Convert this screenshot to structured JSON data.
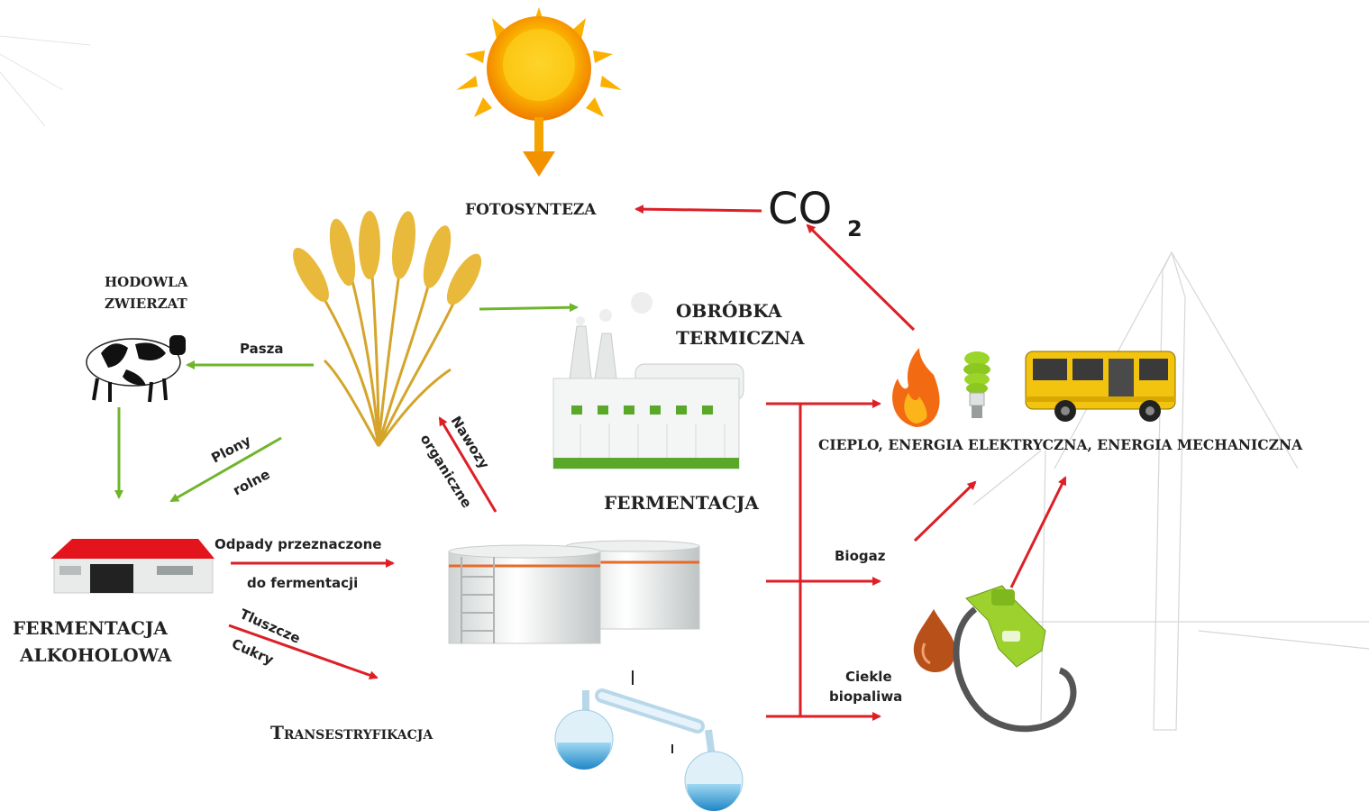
{
  "labels": {
    "fotosynteza": "FOTOSYNTEZA",
    "co2_main": "CO",
    "co2_sub": "2",
    "hodowla_1": "HODOWLA",
    "hodowla_2": "ZWIERZAT",
    "pasza": "Pasza",
    "plony_1": "Plony",
    "plony_2": "rolne",
    "nawozy_1": "Nawozy",
    "nawozy_2": "organiczne",
    "obrobka_1": "OBRÓBKA",
    "obrobka_2": "TERMICZNA",
    "fermentacja": "FERMENTACJA",
    "ferm_alk_1": "FERMENTACJA",
    "ferm_alk_2": "ALKOHOLOWA",
    "odpady_1": "Odpady przeznaczone",
    "odpady_2": "do fermentacji",
    "tluszcze": "Tluszcze",
    "cukry": "Cukry",
    "transestryfikacja": "Transestryfikacja",
    "cieplo": "CIEPLO, ENERGIA ELEKTRYCZNA, ENERGIA MECHANICZNA",
    "biogaz": "Biogaz",
    "ciekle_1": "Ciekle",
    "ciekle_2": "biopaliwa"
  },
  "colors": {
    "red_arrow": "#dd1f26",
    "green_arrow": "#6fb52c",
    "sun": "#f7a600",
    "bus": "#f2c40f",
    "factory_green": "#5aa82a",
    "barn_roof": "#e3141b"
  },
  "icons": [
    "sun-icon",
    "wheat-icon",
    "cow-icon",
    "barn-icon",
    "factory-icon",
    "tanks-icon",
    "flasks-icon",
    "flame-icon",
    "bulb-icon",
    "bus-icon",
    "fuel-nozzle-icon",
    "oil-drop-icon",
    "wind-turbine-icon"
  ]
}
